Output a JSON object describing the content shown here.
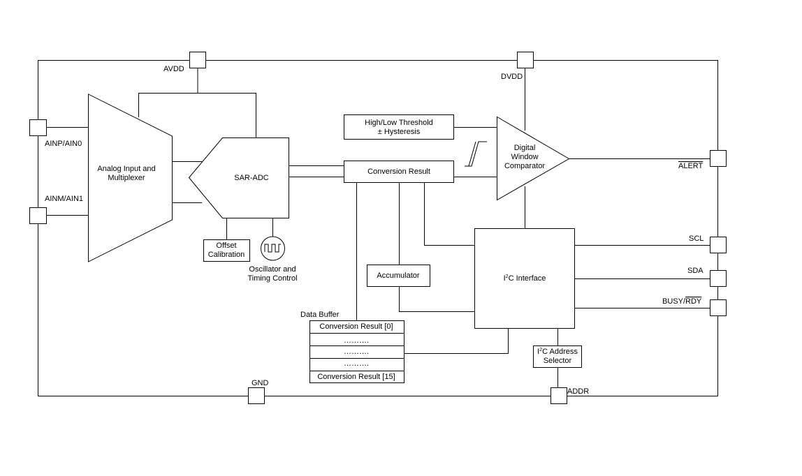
{
  "pins": {
    "avdd": "AVDD",
    "dvdd": "DVDD",
    "ainp": "AINP/AIN0",
    "ainm": "AINM/AIN1",
    "alert": "ALERT",
    "scl": "SCL",
    "sda": "SDA",
    "busy_rdy_prefix": "BUSY/",
    "busy_rdy_over": "RDY",
    "gnd": "GND",
    "addr": "ADDR"
  },
  "blocks": {
    "mux_line1": "Analog Input and",
    "mux_line2": "Multiplexer",
    "sar_adc": "SAR-ADC",
    "offset_line1": "Offset",
    "offset_line2": "Calibration",
    "osc_line1": "Oscillator and",
    "osc_line2": "Timing Control",
    "threshold_line1": "High/Low Threshold",
    "threshold_line2": "± Hysteresis",
    "conversion_result": "Conversion Result",
    "comp_line1": "Digital",
    "comp_line2": "Window",
    "comp_line3": "Comparator",
    "accumulator": "Accumulator",
    "i2c_prefix": "I",
    "i2c_sup": "2",
    "i2c_suffix": "C Interface",
    "addrsel_prefix": "I",
    "addrsel_sup": "2",
    "addrsel_suffix": "C Address",
    "addrsel_line2": "Selector",
    "data_buffer_title": "Data Buffer",
    "buffer_rows": [
      "Conversion Result [0]",
      "……….",
      "……….",
      "……….",
      "Conversion Result [15]"
    ]
  }
}
